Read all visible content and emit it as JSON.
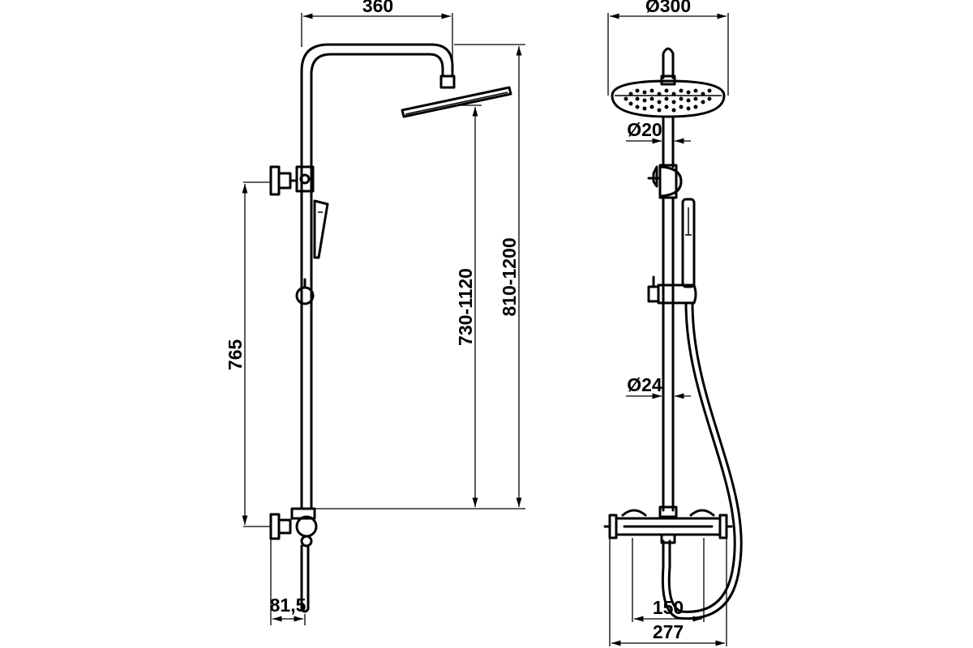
{
  "side_view": {
    "dim_head_projection": "360",
    "dim_height_head_mount": "730-1120",
    "dim_height_total": "810-1200",
    "dim_connection_spacing": "765",
    "dim_wall_distance": "81,5"
  },
  "front_view": {
    "dim_head_diameter": "Ø300",
    "dim_upper_pipe_diameter": "Ø20",
    "dim_lower_pipe_diameter": "Ø24",
    "dim_inlet_spacing": "150",
    "dim_mixer_width": "277"
  }
}
